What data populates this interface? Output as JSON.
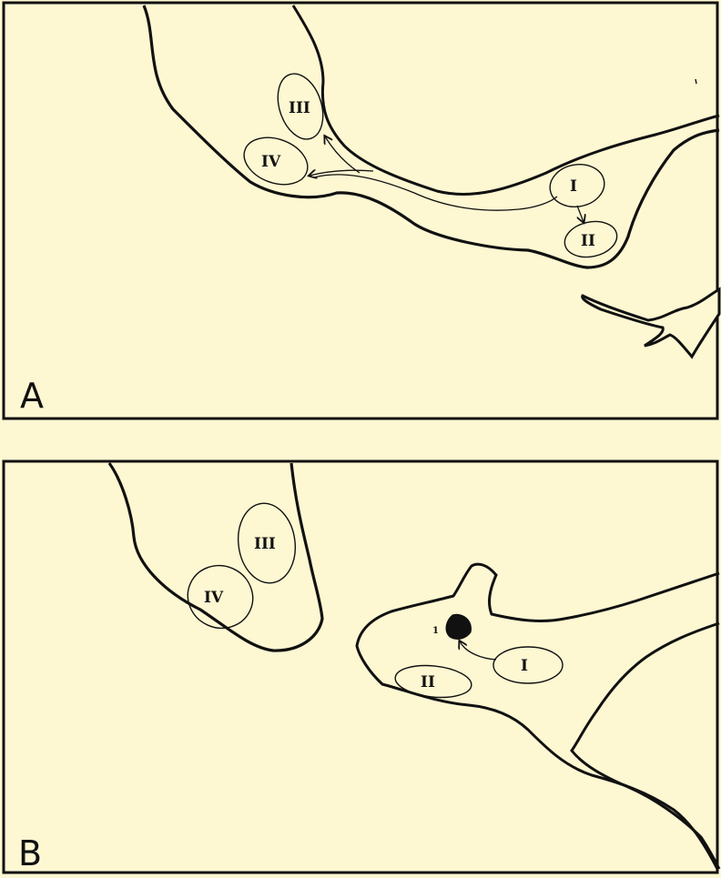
{
  "panels": [
    {
      "label": "A",
      "regions": [
        "III",
        "IV",
        "I",
        "II"
      ]
    },
    {
      "label": "B",
      "regions": [
        "III",
        "IV",
        "I",
        "II"
      ],
      "lesion_label": "1"
    }
  ],
  "colors": {
    "background": "#fdf7d2",
    "ink": "#111111"
  }
}
